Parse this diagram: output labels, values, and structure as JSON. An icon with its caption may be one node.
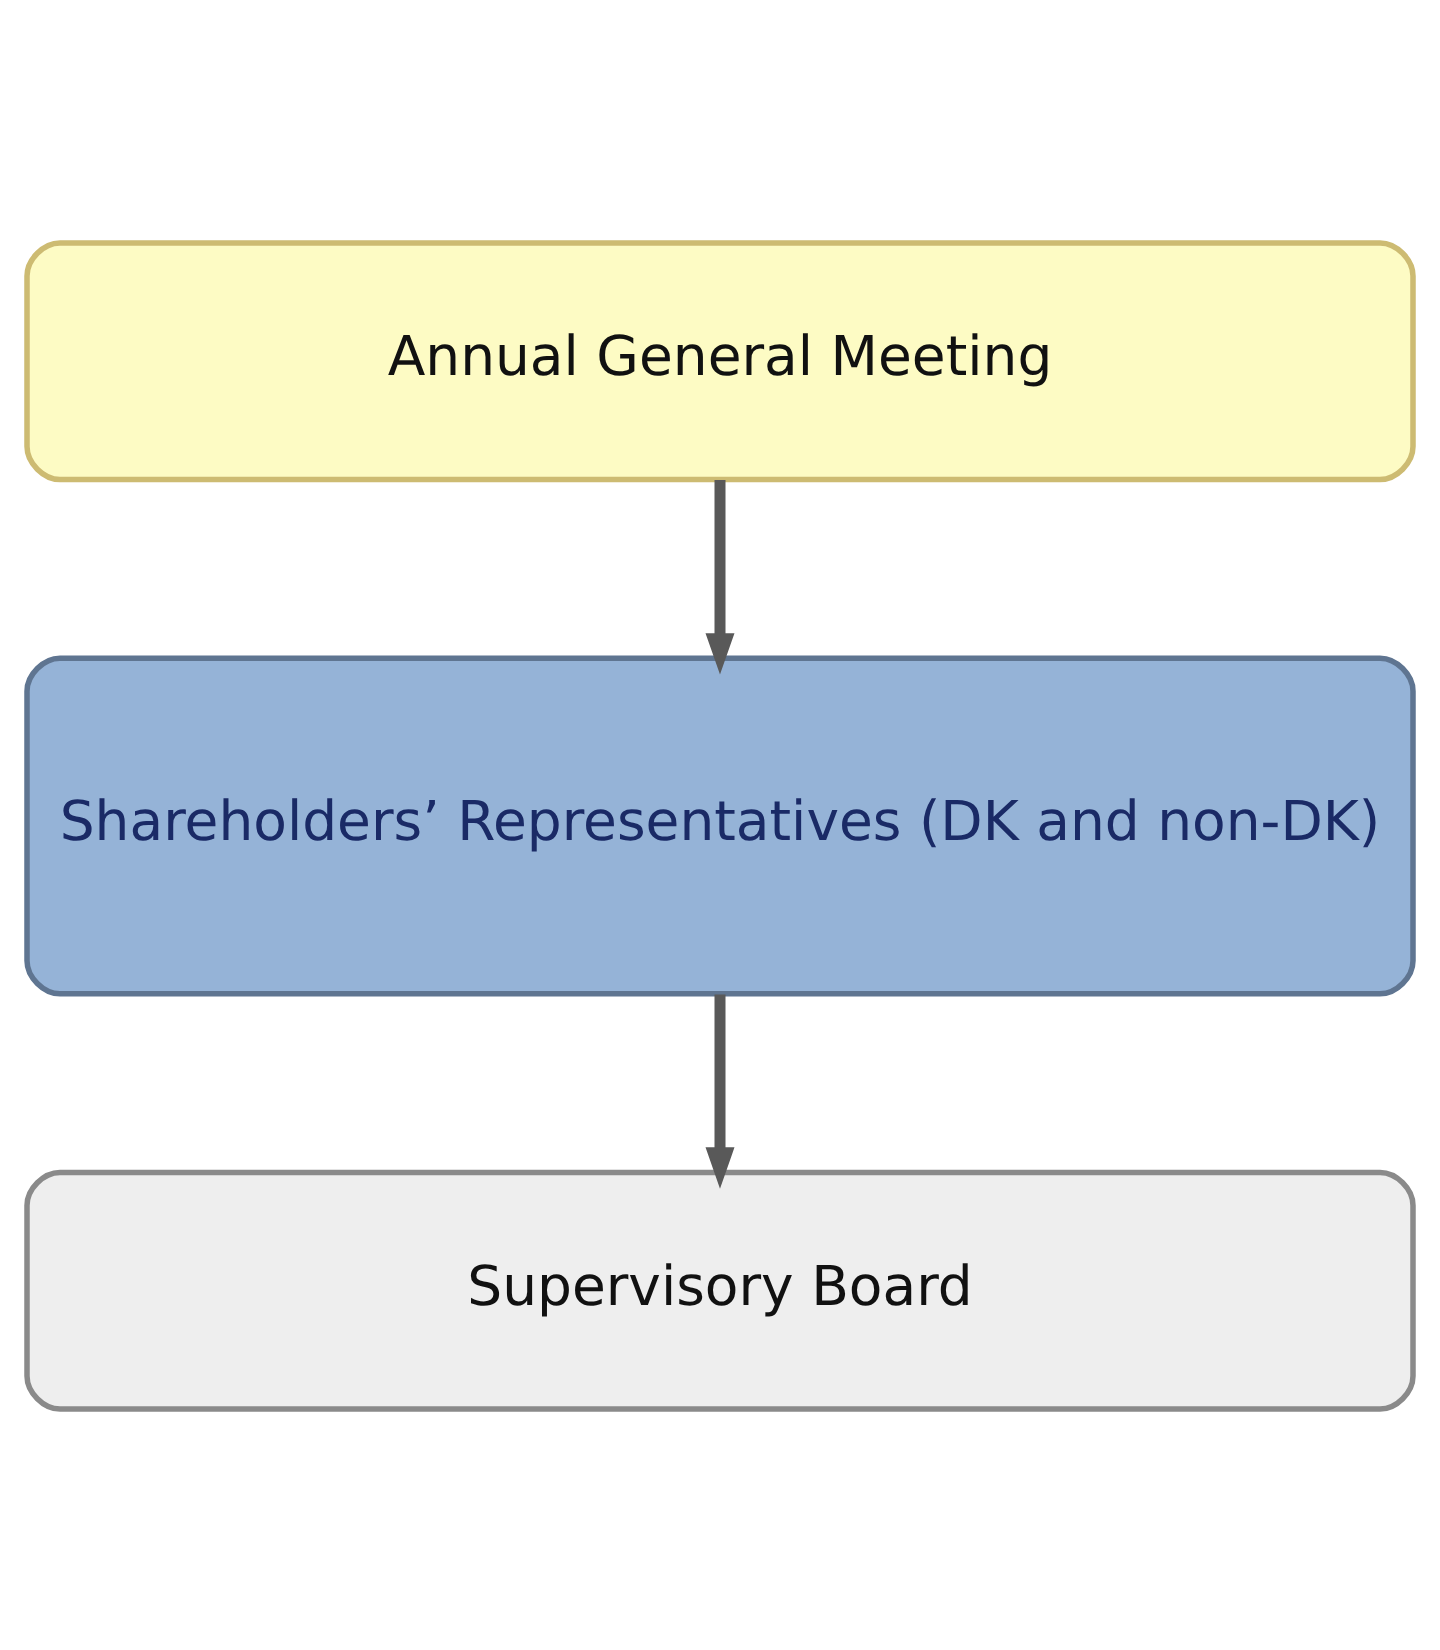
{
  "diagram": {
    "nodes": [
      {
        "text": [
          "Annual General Meeting"
        ]
      },
      {
        "text": [
          "Shareholders’ Representatives (DK and non-DK)"
        ]
      },
      {
        "text": [
          "Supervisory Board"
        ]
      }
    ],
    "edges": [
      {
        "from": 0,
        "to": 1,
        "arrow": "to"
      },
      {
        "from": 1,
        "to": 2,
        "arrow": "to"
      }
    ]
  }
}
